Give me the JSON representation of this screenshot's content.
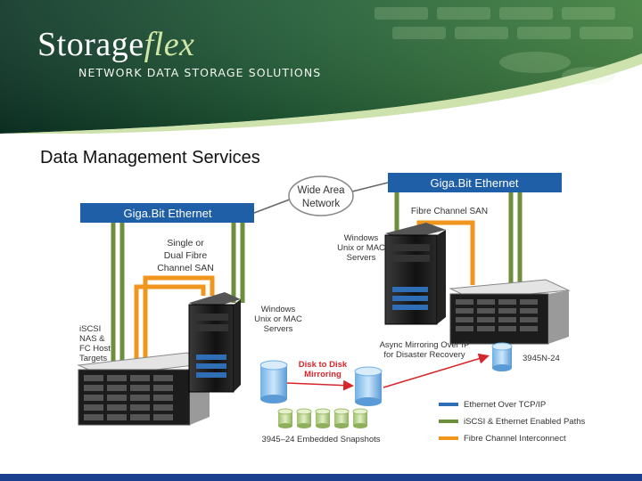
{
  "header": {
    "logo_main": "Storage",
    "logo_accent": "flex",
    "tagline": "NETWORK DATA STORAGE SOLUTIONS"
  },
  "slide": {
    "title": "Data Management Services"
  },
  "diagram": {
    "left_network": "Giga.Bit Ethernet",
    "right_network": "Giga.Bit Ethernet",
    "wan_line1": "Wide Area",
    "wan_line2": "Network",
    "san_left_line1": "Single or",
    "san_left_line2": "Dual Fibre",
    "san_left_line3": "Channel SAN",
    "servers_left_line1": "Windows",
    "servers_left_line2": "Unix or MAC",
    "servers_left_line3": "Servers",
    "targets_line1": "iSCSI",
    "targets_line2": "NAS &",
    "targets_line3": "FC Host",
    "targets_line4": "Targets",
    "san_right": "Fibre Channel SAN",
    "servers_right_line1": "Windows",
    "servers_right_line2": "Unix or MAC",
    "servers_right_line3": "Servers",
    "async_line1": "Async Mirroring Over IP",
    "async_line2": "for Disaster Recovery",
    "model_right": "3945N-24",
    "disk_mirror_line1": "Disk to Disk",
    "disk_mirror_line2": "Mirroring",
    "snapshots": "3945–24 Embedded Snapshots"
  },
  "legend": {
    "items": [
      {
        "label": "Ethernet Over TCP/IP",
        "color": "#2f6db5"
      },
      {
        "label": "iSCSI & Ethernet Enabled Paths",
        "color": "#6c8f3c"
      },
      {
        "label": "Fibre Channel Interconnect",
        "color": "#f0961e"
      }
    ]
  },
  "colors": {
    "header_dark": "#0e3a2a",
    "header_green": "#2d6a36",
    "network_bar": "#1f5fa8",
    "accent_red": "#d6262b",
    "footer_blue": "#1b3f8f"
  }
}
